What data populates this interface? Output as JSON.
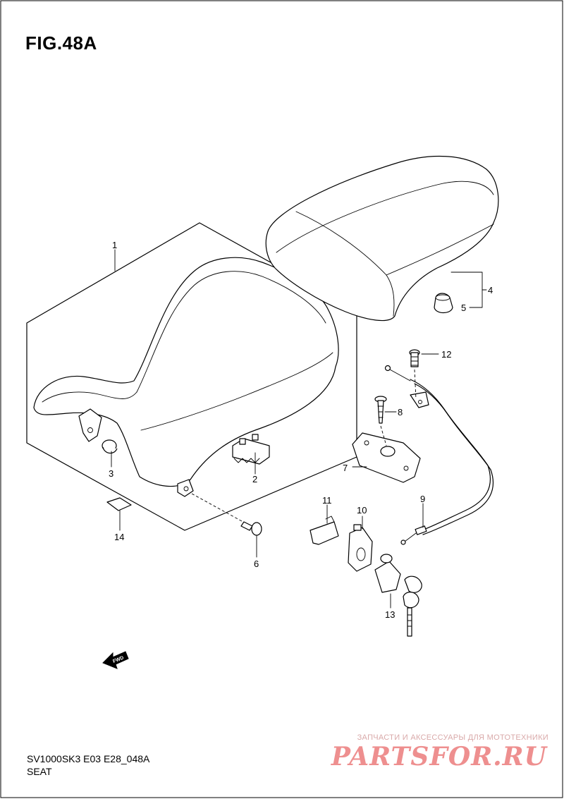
{
  "figure": {
    "title": "FIG.48A"
  },
  "callouts": [
    {
      "id": "1",
      "label": "1"
    },
    {
      "id": "2",
      "label": "2"
    },
    {
      "id": "3",
      "label": "3"
    },
    {
      "id": "4",
      "label": "4"
    },
    {
      "id": "5",
      "label": "5"
    },
    {
      "id": "6",
      "label": "6"
    },
    {
      "id": "7",
      "label": "7"
    },
    {
      "id": "8",
      "label": "8"
    },
    {
      "id": "9",
      "label": "9"
    },
    {
      "id": "10",
      "label": "10"
    },
    {
      "id": "11",
      "label": "11"
    },
    {
      "id": "12",
      "label": "12"
    },
    {
      "id": "13",
      "label": "13"
    },
    {
      "id": "14",
      "label": "14"
    }
  ],
  "fwd_marker": "FWD",
  "footer": {
    "model_code": "SV1000SK3 E03 E28_048A",
    "section_name": "SEAT"
  },
  "watermark": {
    "tagline": "ЗАПЧАСТИ И АКСЕССУАРЫ ДЛЯ МОТОТЕХНИКИ",
    "logo": "PARTSFOR.RU"
  }
}
